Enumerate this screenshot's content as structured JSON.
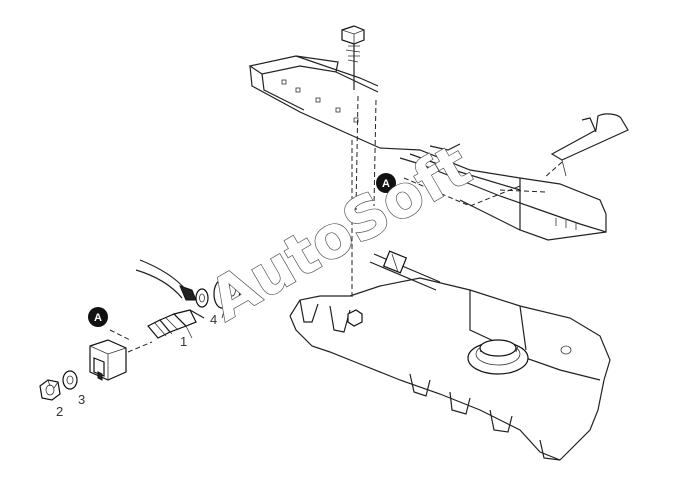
{
  "callouts": {
    "part_1": "1",
    "part_2": "2",
    "part_3": "3",
    "part_4": "4"
  },
  "markers": {
    "upper": "A",
    "lower": "A"
  },
  "watermark": "AutoSoft",
  "colors": {
    "line": "#222222",
    "marker": "#111111",
    "background": "#ffffff",
    "watermark_outline": "#555555"
  }
}
